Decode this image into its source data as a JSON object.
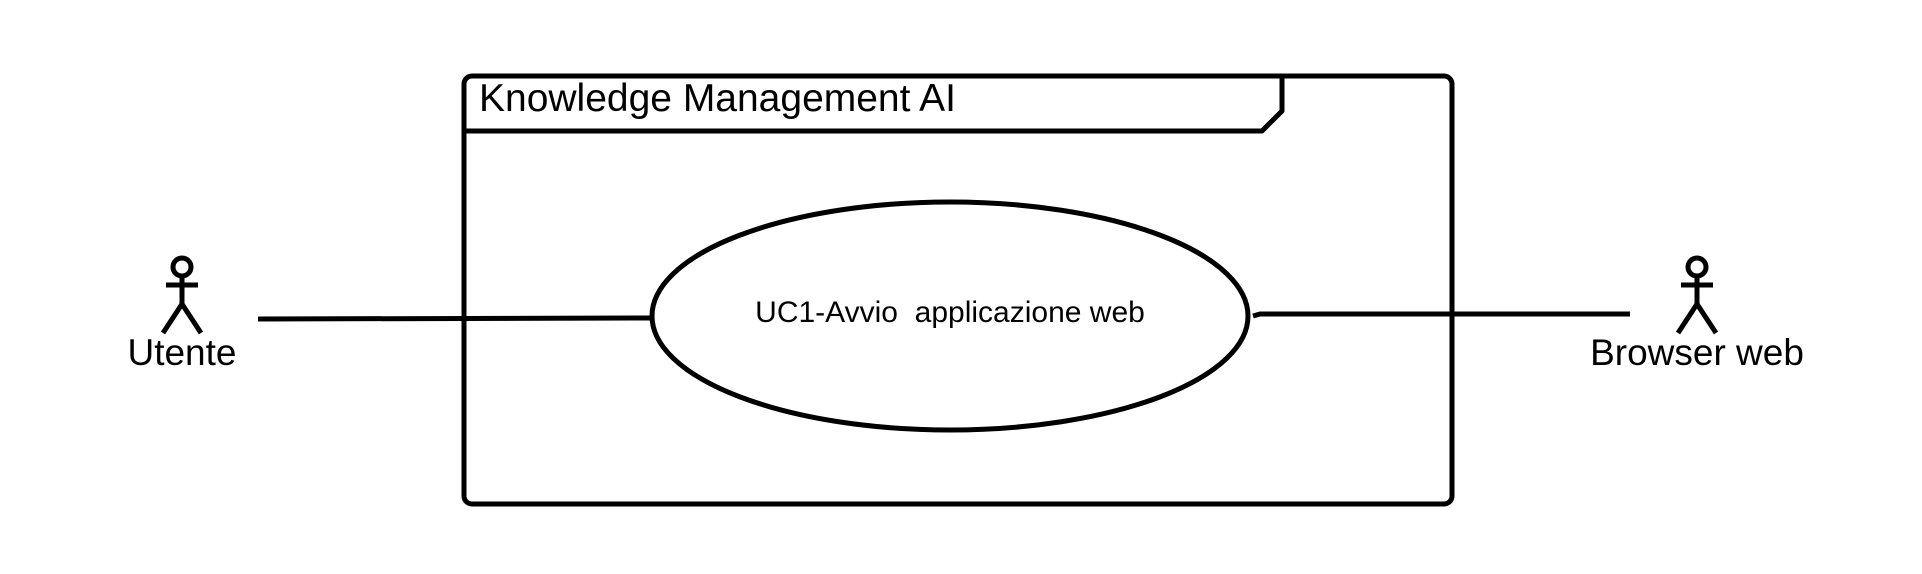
{
  "system": {
    "title": "Knowledge Management AI"
  },
  "use_case": {
    "label": "UC1-Avvio  applicazione web"
  },
  "actors": {
    "left": {
      "label": "Utente"
    },
    "right": {
      "label": "Browser web"
    }
  },
  "colors": {
    "stroke": "#000000",
    "background": "#ffffff"
  }
}
